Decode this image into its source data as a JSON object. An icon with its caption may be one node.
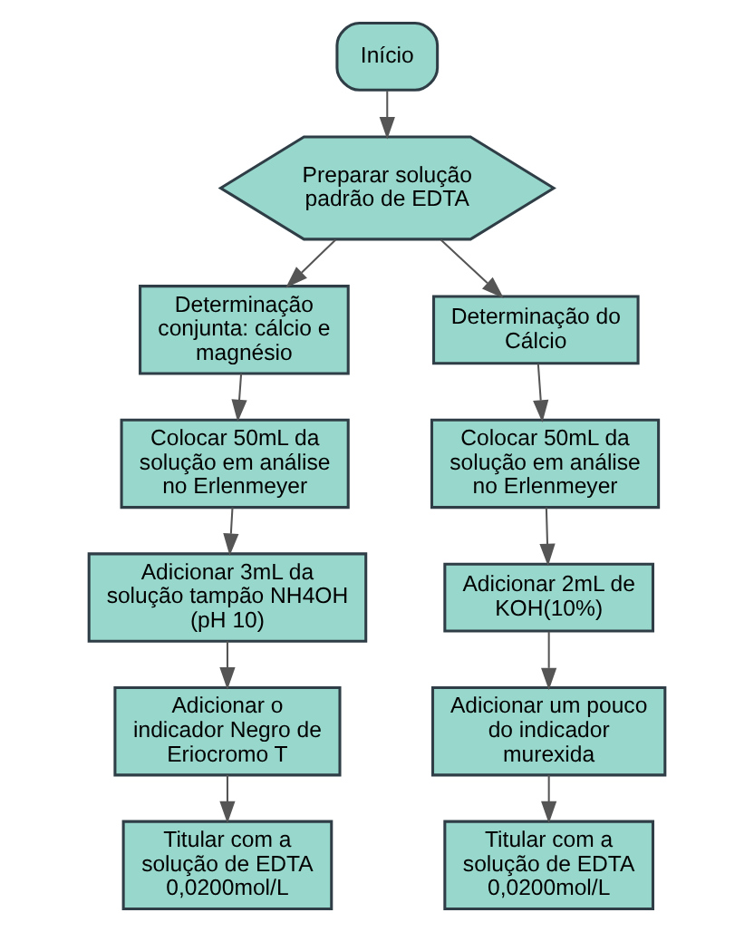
{
  "diagram": {
    "nodes": [
      {
        "text": [
          "Início"
        ]
      },
      {
        "text": [
          "Preparar solução padrão de EDTA"
        ]
      },
      {
        "text": [
          "Determinação conjunta: cálcio e magnésio"
        ]
      },
      {
        "text": [
          "Determinação do Cálcio"
        ]
      },
      {
        "text": [
          "Colocar 50mL da solução em análise no Erlenmeyer"
        ]
      },
      {
        "text": [
          "Adicionar 3mL da solução tampão NH4OH (pH 10)"
        ]
      },
      {
        "text": [
          "Adicionar o indicador Negro de Eriocromo T"
        ]
      },
      {
        "text": [
          "Titular com a solução de EDTA 0,0200mol/L"
        ]
      },
      {
        "text": [
          "Colocar 50mL da solução em análise no Erlenmeyer"
        ]
      },
      {
        "text": [
          "Adicionar 2mL de KOH(10%)"
        ]
      },
      {
        "text": [
          "Adicionar um pouco do indicador murexida"
        ]
      },
      {
        "text": [
          "Titular com a solução de EDTA 0,0200mol/L"
        ]
      }
    ],
    "edges": [
      {
        "from": 0,
        "to": 1,
        "arrow": "to"
      },
      {
        "from": 1,
        "to": 2,
        "arrow": "to"
      },
      {
        "from": 1,
        "to": 3,
        "arrow": "to"
      },
      {
        "from": 2,
        "to": 4,
        "arrow": "to"
      },
      {
        "from": 4,
        "to": 5,
        "arrow": "to"
      },
      {
        "from": 5,
        "to": 6,
        "arrow": "to"
      },
      {
        "from": 6,
        "to": 7,
        "arrow": "to"
      },
      {
        "from": 3,
        "to": 8,
        "arrow": "to"
      },
      {
        "from": 8,
        "to": 9,
        "arrow": "to"
      },
      {
        "from": 9,
        "to": 10,
        "arrow": "to"
      },
      {
        "from": 10,
        "to": 11,
        "arrow": "to"
      }
    ]
  }
}
